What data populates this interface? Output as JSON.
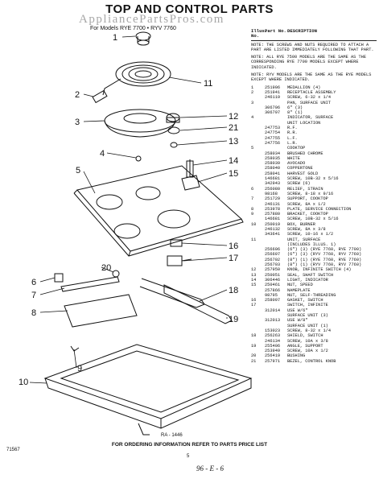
{
  "title": "TOP AND CONTROL PARTS",
  "watermark": "AppliancePartsPros.com",
  "models_line": "For Models RYE 7700 • RYV 7760",
  "header": {
    "no": "Illus. No.",
    "part": "Part No.",
    "desc": "DESCRIPTION"
  },
  "notes": [
    "NOTE: THE SCREWS AND NUTS REQUIRED TO ATTACH A PART ARE LISTED IMMEDIATELY FOLLOWING THAT PART.",
    "NOTE: ALL RYE 7500 MODELS ARE THE SAME AS THE CORRESPONDING RYE 7700 MODELS EXCEPT WHERE INDICATED.",
    "NOTE: RYV MODELS ARE THE SAME AS THE RYE MODELS EXCEPT WHERE INDICATED."
  ],
  "parts": [
    {
      "no": "1",
      "part": "251906",
      "desc": "MEDALLION (4)"
    },
    {
      "no": "2",
      "part": "251941",
      "desc": "RECEPTACLE ASSEMBLY"
    },
    {
      "no": "",
      "part": "246119",
      "desc": "SCREW, 6-32 x 1/4"
    },
    {
      "no": "3",
      "part": "",
      "desc": "PAN, SURFACE UNIT"
    },
    {
      "no": "",
      "part": "306796",
      "desc": "6\" (3)"
    },
    {
      "no": "",
      "part": "306797",
      "desc": "8\" (1)"
    },
    {
      "no": "4",
      "part": "",
      "desc": "INDICATOR, SURFACE"
    },
    {
      "no": "",
      "part": "",
      "desc": "UNIT LOCATION"
    },
    {
      "no": "",
      "part": "247753",
      "desc": "R.F."
    },
    {
      "no": "",
      "part": "247754",
      "desc": "R.R."
    },
    {
      "no": "",
      "part": "247755",
      "desc": "L.F."
    },
    {
      "no": "",
      "part": "247756",
      "desc": "L.R."
    },
    {
      "no": "5",
      "part": "",
      "desc": "COOKTOP"
    },
    {
      "no": "",
      "part": "258034",
      "desc": "BRUSHED CHROME"
    },
    {
      "no": "",
      "part": "258035",
      "desc": "WHITE"
    },
    {
      "no": "",
      "part": "258039",
      "desc": "AVOCADO"
    },
    {
      "no": "",
      "part": "258040",
      "desc": "COPPERTONE"
    },
    {
      "no": "",
      "part": "258041",
      "desc": "HARVEST GOLD"
    },
    {
      "no": "",
      "part": "146681",
      "desc": "SCREW, 10B-32 x 5/16"
    },
    {
      "no": "",
      "part": "342943",
      "desc": "SCREW (6)"
    },
    {
      "no": "6",
      "part": "256080",
      "desc": "RELIEF, STRAIN"
    },
    {
      "no": "",
      "part": "98168",
      "desc": "SCREW, 8-18 x 9/16"
    },
    {
      "no": "7",
      "part": "251729",
      "desc": "SUPPORT, COOKTOP"
    },
    {
      "no": "",
      "part": "246131",
      "desc": "SCREW, 8A x 1/2"
    },
    {
      "no": "8",
      "part": "253978",
      "desc": "PLATE, SERVICE CONNECTION"
    },
    {
      "no": "9",
      "part": "257880",
      "desc": "BRACKET, COOKTOP"
    },
    {
      "no": "",
      "part": "146681",
      "desc": "SCREW, 10B-32 x 5/16"
    },
    {
      "no": "10",
      "part": "250019",
      "desc": "BOX, BURNER"
    },
    {
      "no": "",
      "part": "246132",
      "desc": "SCREW, 8A x 3/8"
    },
    {
      "no": "",
      "part": "343641",
      "desc": "SCREW, 10-16 x 1/2"
    },
    {
      "no": "11",
      "part": "",
      "desc": "UNIT, SURFACE"
    },
    {
      "no": "",
      "part": "",
      "desc": "(INCLUDES ILLUS. 1)"
    },
    {
      "no": "",
      "part": "256696",
      "desc": "(6\") (3) (RYE 7760, RYE 7700)"
    },
    {
      "no": "",
      "part": "256697",
      "desc": "(6\") (3) (RYV 7760, RYV 7760)"
    },
    {
      "no": "",
      "part": "256702",
      "desc": "(8\") (1) (RYE 7760, RYE 7760)"
    },
    {
      "no": "",
      "part": "256703",
      "desc": "(8\") (1) (RYV 7760, RYV 7760)"
    },
    {
      "no": "12",
      "part": "257950",
      "desc": "KNOB, INFINITE SWITCH (4)"
    },
    {
      "no": "13",
      "part": "250051",
      "desc": "SEAL, SHAFT SWITCH"
    },
    {
      "no": "14",
      "part": "306446",
      "desc": "LIGHT, INDICATOR"
    },
    {
      "no": "15",
      "part": "250461",
      "desc": "NUT, SPEED"
    },
    {
      "no": "",
      "part": "257866",
      "desc": "NAMEPLATE"
    },
    {
      "no": "",
      "part": "98795",
      "desc": "NUT, SELF-THREADING"
    },
    {
      "no": "16",
      "part": "258097",
      "desc": "GASKET, SWITCH"
    },
    {
      "no": "17",
      "part": "",
      "desc": "SWITCH, INFINITE"
    },
    {
      "no": "",
      "part": "312014",
      "desc": "USE W/6\""
    },
    {
      "no": "",
      "part": "",
      "desc": "SURFACE UNIT (3)"
    },
    {
      "no": "",
      "part": "312013",
      "desc": "USE W/8\""
    },
    {
      "no": "",
      "part": "",
      "desc": "SURFACE UNIT (1)"
    },
    {
      "no": "",
      "part": "153023",
      "desc": "SCREW, 8-32 x 1/4"
    },
    {
      "no": "18",
      "part": "256263",
      "desc": "SHIELD, SWITCH"
    },
    {
      "no": "",
      "part": "246134",
      "desc": "SCREW, 10A x 3/8"
    },
    {
      "no": "19",
      "part": "255406",
      "desc": "ANGLE, SUPPORT"
    },
    {
      "no": "",
      "part": "253949",
      "desc": "SCREW, 10A x 1/2"
    },
    {
      "no": "20",
      "part": "256419",
      "desc": "BUSHING"
    },
    {
      "no": "21",
      "part": "257971",
      "desc": "BEZEL, CONTROL KNOB"
    }
  ],
  "callouts": [
    "1",
    "2",
    "3",
    "4",
    "5",
    "6",
    "7",
    "8",
    "9",
    "10",
    "11",
    "12",
    "13",
    "14",
    "15",
    "16",
    "17",
    "18",
    "19",
    "20",
    "21"
  ],
  "drawing_code": "RA - 1446",
  "footer": "FOR ORDERING INFORMATION REFER TO PARTS PRICE LIST",
  "left_code": "71567",
  "page_number": "5",
  "handwritten": "96 - E - 6"
}
